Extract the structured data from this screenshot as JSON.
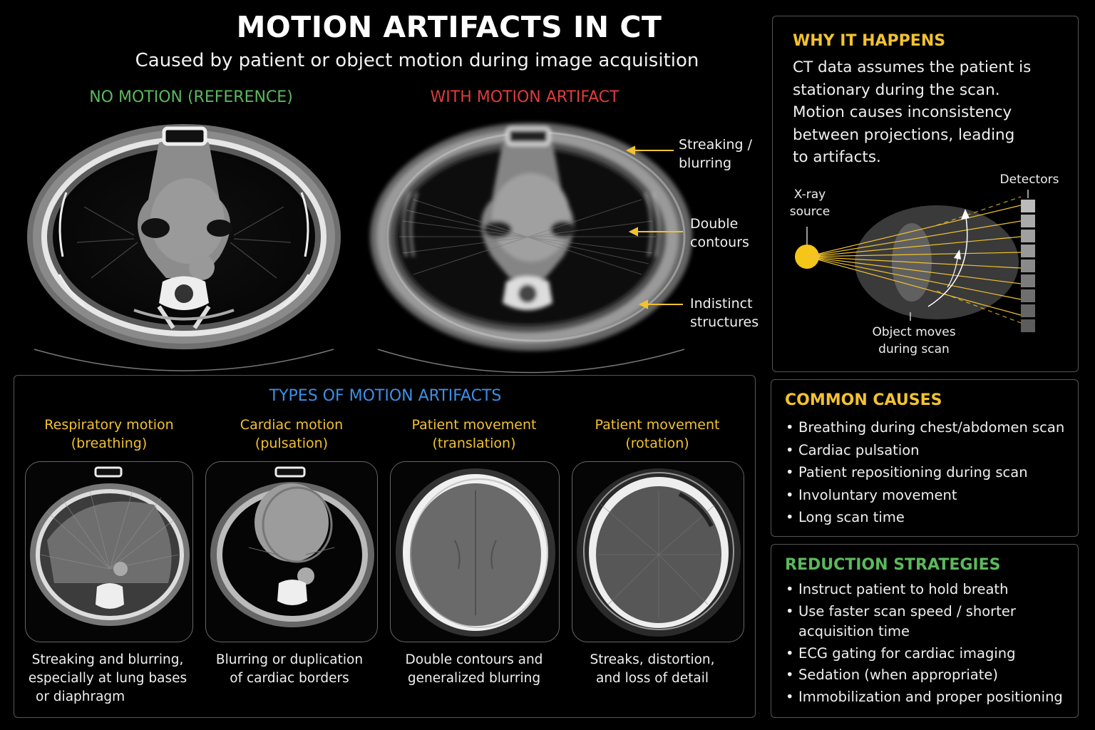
{
  "header": {
    "title": "MOTION ARTIFACTS IN CT",
    "subtitle": "Caused by patient or object motion during image acquisition"
  },
  "comparison": {
    "reference_label": "NO MOTION (REFERENCE)",
    "artifact_label": "WITH MOTION ARTIFACT",
    "annotations": {
      "streaking_1": "Streaking /",
      "streaking_2": "blurring",
      "double_1": "Double",
      "double_2": "contours",
      "indistinct_1": "Indistinct",
      "indistinct_2": "structures"
    }
  },
  "why": {
    "title": "WHY IT HAPPENS",
    "lines": [
      "CT data assumes the patient is",
      "stationary during the scan.",
      "Motion causes inconsistency",
      "between projections, leading",
      "to artifacts."
    ],
    "diagram": {
      "source_1": "X-ray",
      "source_2": "source",
      "detectors": "Detectors",
      "object_1": "Object moves",
      "object_2": "during scan"
    }
  },
  "types": {
    "title": "TYPES OF MOTION ARTIFACTS",
    "items": [
      {
        "head1": "Respiratory motion",
        "head2": "(breathing)",
        "cap1": "Streaking and blurring,",
        "cap2": "especially at lung bases",
        "cap3": "or diaphragm"
      },
      {
        "head1": "Cardiac motion",
        "head2": "(pulsation)",
        "cap1": "Blurring or duplication",
        "cap2": "of cardiac borders",
        "cap3": ""
      },
      {
        "head1": "Patient movement",
        "head2": "(translation)",
        "cap1": "Double contours and",
        "cap2": "generalized blurring",
        "cap3": ""
      },
      {
        "head1": "Patient movement",
        "head2": "(rotation)",
        "cap1": "Streaks, distortion,",
        "cap2": "and loss of detail",
        "cap3": ""
      }
    ]
  },
  "causes": {
    "title": "COMMON CAUSES",
    "items": [
      "Breathing during chest/abdomen scan",
      "Cardiac pulsation",
      "Patient repositioning during scan",
      "Involuntary movement",
      "Long scan time"
    ]
  },
  "strategies": {
    "title": "REDUCTION STRATEGIES",
    "items": [
      "Instruct patient to hold breath",
      "Use faster scan speed / shorter",
      "acquisition time",
      "ECG gating for cardiac imaging",
      "Sedation (when appropriate)",
      "Immobilization and proper positioning"
    ]
  },
  "colors": {
    "green": "#5cb85c",
    "red": "#e03b3b",
    "yellow": "#f2c230",
    "blue": "#3d8fe8"
  }
}
